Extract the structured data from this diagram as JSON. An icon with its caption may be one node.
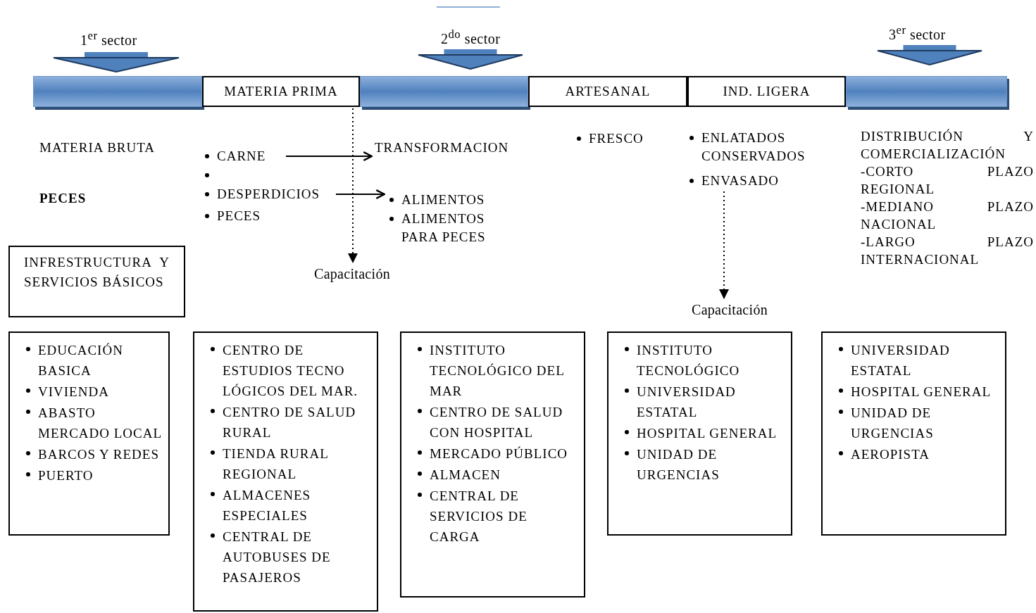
{
  "diagram": {
    "nodes": [
      {
        "text": [],
        "shape": "bar"
      },
      {
        "text": [
          "MATERIA PRIMA"
        ]
      },
      {
        "text": [],
        "shape": "bar"
      },
      {
        "text": [
          "ARTESANAL"
        ]
      },
      {
        "text": [
          "IND. LIGERA"
        ]
      },
      {
        "text": [],
        "shape": "bar"
      },
      {
        "text": [
          "CARNE"
        ]
      },
      {
        "text": [
          "DESPERDICIOS"
        ]
      },
      {
        "text": [
          "PECES"
        ]
      },
      {
        "text": [
          "TRANSFORMACION"
        ]
      },
      {
        "text": [
          "ALIMENTOS"
        ]
      },
      {
        "text": [
          "ALIMENTOS PARA PECES"
        ]
      },
      {
        "text": [
          "FRESCO"
        ]
      },
      {
        "text": [
          "ENLATADOS CONSERVADOS"
        ]
      },
      {
        "text": [
          "ENVASADO"
        ]
      },
      {
        "text": [
          "Capacitación"
        ]
      },
      {
        "text": [
          "Capacitación"
        ]
      },
      {
        "text": [
          "INFRESTRUCTURA Y SERVICIOS BÁSICOS"
        ]
      },
      {
        "text": [
          "EDUCACIÓN BASICA",
          "VIVIENDA",
          "ABASTO MERCADO LOCAL",
          "BARCOS Y REDES",
          "PUERTO"
        ]
      },
      {
        "text": [
          "CENTRO DE ESTUDIOS TECNO LÓGICOS DEL MAR.",
          "CENTRO DE SALUD RURAL",
          "TIENDA RURAL REGIONAL",
          "ALMACENES ESPECIALES",
          "CENTRAL DE AUTOBUSES DE PASAJEROS"
        ]
      },
      {
        "text": [
          "INSTITUTO TECNOLÓGICO DEL MAR",
          "CENTRO DE SALUD CON HOSPITAL",
          "MERCADO PÚBLICO",
          "ALMACEN",
          "CENTRAL DE SERVICIOS DE CARGA"
        ]
      },
      {
        "text": [
          "INSTITUTO TECNOLÓGICO",
          "UNIVERSIDAD ESTATAL",
          "HOSPITAL GENERAL",
          "UNIDAD DE URGENCIAS"
        ]
      },
      {
        "text": [
          "UNIVERSIDAD ESTATAL",
          "HOSPITAL GENERAL",
          "UNIDAD DE URGENCIAS",
          "AEROPISTA"
        ]
      },
      {
        "text": [
          "1$^{er}$ sector"
        ]
      },
      {
        "text": [
          "2$^{do}$ sector"
        ]
      },
      {
        "text": [
          "3$^{er}$ sector"
        ]
      }
    ],
    "edges": [
      {
        "from": 6,
        "to": 9,
        "arrow": "to"
      },
      {
        "from": 7,
        "to": 10,
        "arrow": "to"
      },
      {
        "from": 1,
        "to": 15,
        "arrow": "to",
        "style": "dashed"
      },
      {
        "from": 14,
        "to": 16,
        "arrow": "to",
        "style": "dashed"
      }
    ],
    "labels": [
      "MATERIA BRUTA",
      "DISTRIBUCIÓN Y COMERCIALIZACIÓN",
      "-CORTO PLAZO REGIONAL",
      "-MEDIANO PLAZO NACIONAL",
      "-LARGO PLAZO INTERNACIONAL",
      "PECES"
    ]
  }
}
